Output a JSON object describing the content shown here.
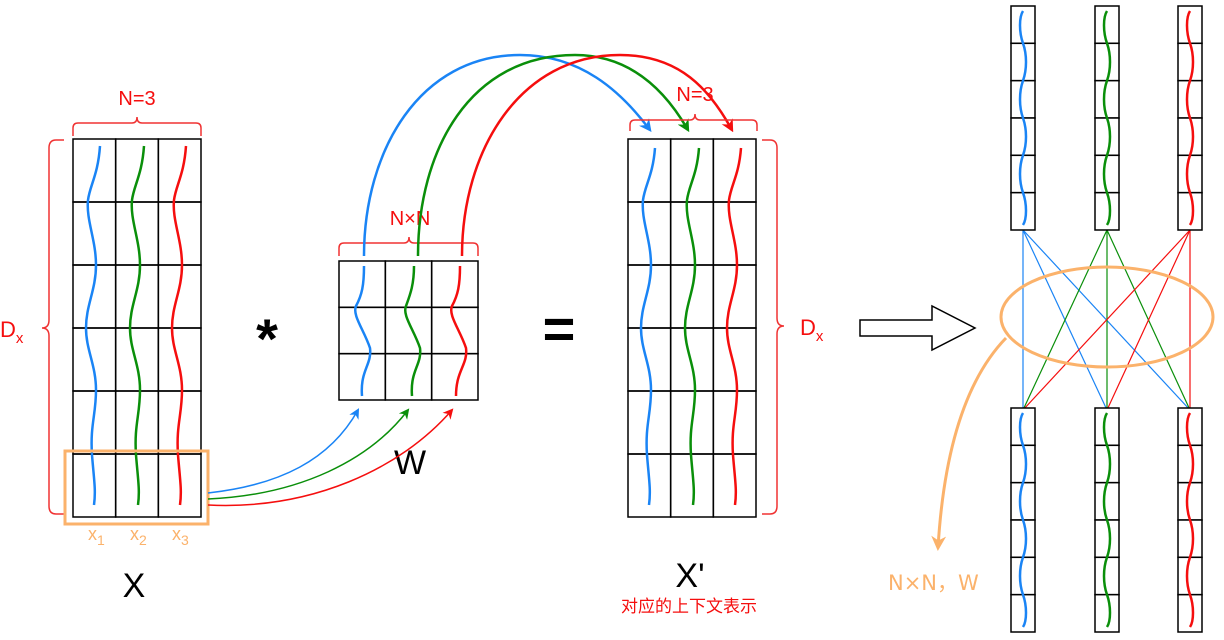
{
  "colors": {
    "blue": "#1a84f5",
    "green": "#0a8f0a",
    "red": "#f50e0e",
    "orange": "#fbb26b",
    "grid": "#000000",
    "bracket": "#f03232"
  },
  "matrix_x": {
    "rows": 6,
    "cols": 3,
    "width_label": "N=3",
    "height_label_main": "D",
    "height_label_sub": "x",
    "name": "X",
    "column_labels": [
      {
        "main": "x",
        "sub": "1"
      },
      {
        "main": "x",
        "sub": "2"
      },
      {
        "main": "x",
        "sub": "3"
      }
    ]
  },
  "operator_multiply": "*",
  "matrix_w": {
    "rows": 3,
    "cols": 3,
    "size_label": "N×N",
    "name": "W"
  },
  "operator_equals": "=",
  "matrix_x_prime": {
    "rows": 6,
    "cols": 3,
    "width_label": "N=3",
    "height_label_main": "D",
    "height_label_sub": "x",
    "name": "X'",
    "caption": "对应的上下文表示"
  },
  "network": {
    "top_vectors": 3,
    "bottom_vectors": 3,
    "cells_per_vector": 6,
    "annotation": "N×N，W"
  }
}
